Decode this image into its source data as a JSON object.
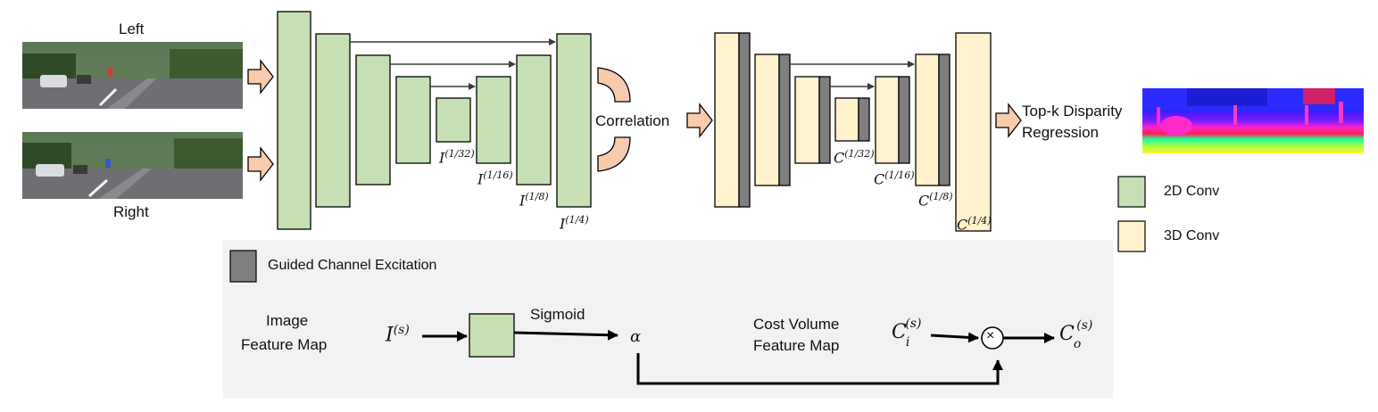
{
  "inputs": {
    "left_label": "Left",
    "right_label": "Right"
  },
  "correlation_label": "Correlation",
  "regression_label_line1": "Top-k Disparity",
  "regression_label_line2": "Regression",
  "image_features": {
    "base": "I",
    "scales": [
      "1/32",
      "1/16",
      "1/8",
      "1/4"
    ]
  },
  "cost_features": {
    "base": "C",
    "scales": [
      "1/32",
      "1/16",
      "1/8",
      "1/4"
    ]
  },
  "legend": [
    {
      "label": "2D Conv",
      "color": "#c6e0b4"
    },
    {
      "label": "3D Conv",
      "color": "#fff2cc"
    }
  ],
  "gce_panel": {
    "title": "Guided Channel Excitation",
    "title_color": "#7f7f7f",
    "image_line1": "Image",
    "image_line2": "Feature Map",
    "image_symbol": "I",
    "image_sup": "(s)",
    "sigmoid_label": "Sigmoid",
    "alpha_symbol": "α",
    "cost_line1": "Cost Volume",
    "cost_line2": "Feature Map",
    "ci_symbol": "C",
    "ci_sub": "i",
    "ci_sup": "(s)",
    "multiply_symbol": "×",
    "co_symbol": "C",
    "co_sub": "o",
    "co_sup": "(s)"
  },
  "colors": {
    "green": "#c6e0b4",
    "yellow": "#fff2cc",
    "gray": "#7f7f7f",
    "arrow_orange": "#f8cbad",
    "panel_bg": "#f2f2f2"
  }
}
